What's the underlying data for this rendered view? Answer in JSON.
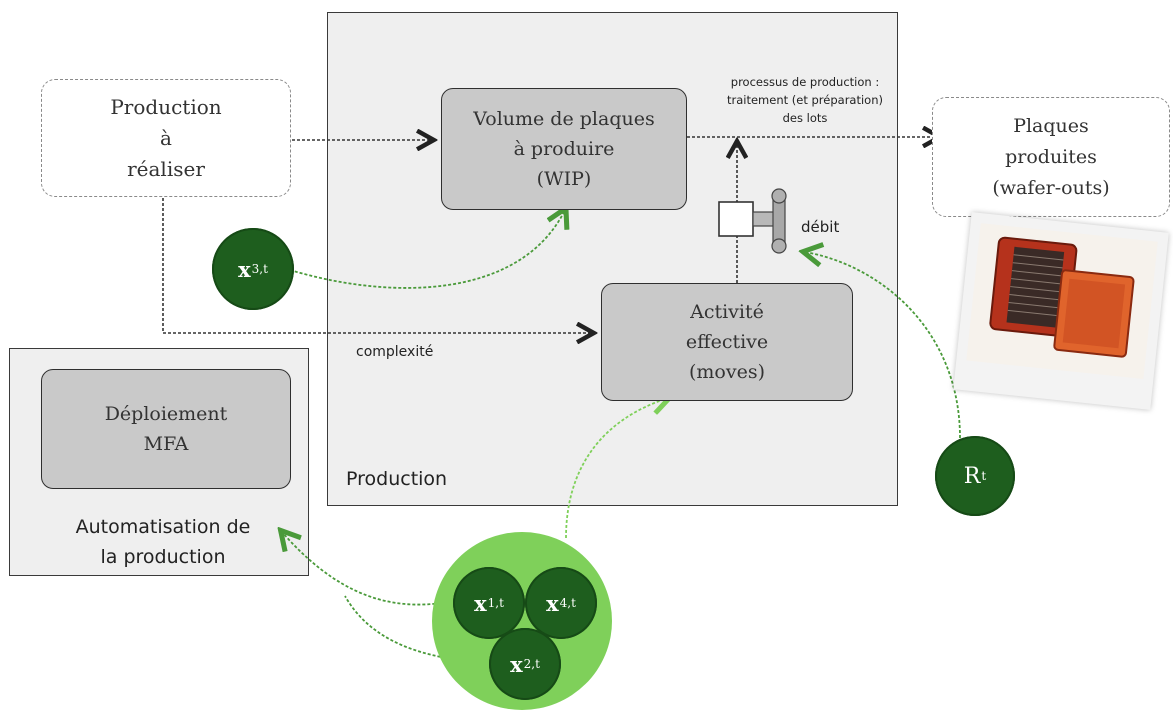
{
  "boxes": {
    "production_a_realiser": [
      "Production",
      "à",
      "réaliser"
    ],
    "volume_plaques": [
      "Volume de plaques",
      "à produire",
      "(WIP)"
    ],
    "plaques_produites": [
      "Plaques",
      "produites",
      "(wafer-outs)"
    ],
    "activite_effective": [
      "Activité",
      "effective",
      "(moves)"
    ],
    "deploiement_mfa": [
      "Déploiement",
      "MFA"
    ]
  },
  "labels": {
    "processus": [
      "processus de production :",
      "traitement (et préparation)",
      "des lots"
    ],
    "debit": "débit",
    "complexite": "complexité",
    "production_panel": "Production",
    "automatisation": [
      "Automatisation de",
      "la production"
    ]
  },
  "variables": {
    "x3": {
      "base": "x",
      "sub": "3,t"
    },
    "x1": {
      "base": "x",
      "sub": "1,t"
    },
    "x4": {
      "base": "x",
      "sub": "4,t"
    },
    "x2": {
      "base": "x",
      "sub": "2,t"
    },
    "r": {
      "base": "R",
      "sub": "t"
    }
  },
  "colors": {
    "dark_green": "#1e5e1e",
    "light_green": "#7fd05a",
    "arrow_green": "#4a9a3a",
    "panel_gray": "#efefef",
    "box_gray": "#c9c9c9"
  },
  "icons": {
    "valve": "valve-icon",
    "photo": "wafer-carrier-photo"
  }
}
